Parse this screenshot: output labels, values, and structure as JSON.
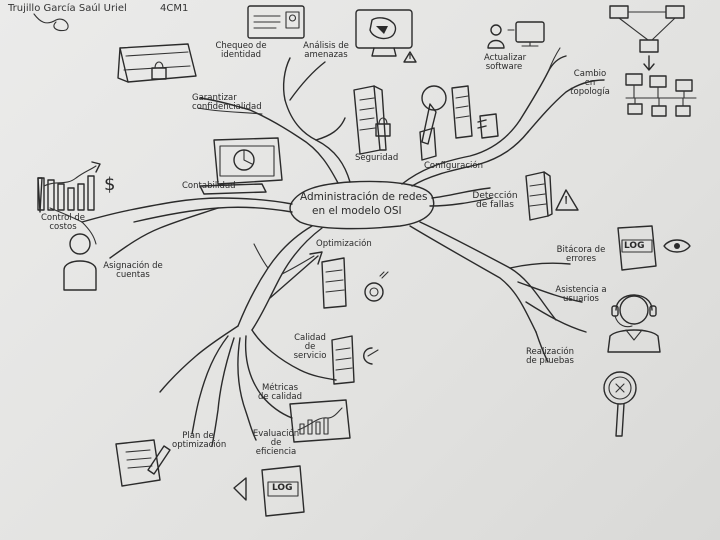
{
  "author": {
    "name": "Trujillo García Saúl Uriel",
    "group": "4CM1"
  },
  "center_topic": {
    "line1": "Administración de redes",
    "line2": "en el modelo OSI"
  },
  "branches": {
    "seguridad": "Seguridad",
    "garantizar": "Garantizar confidencialidad",
    "chequeo": "Chequeo de identidad",
    "analisis": "Análisis de amenazas",
    "configuracion": "Configuración",
    "actualizar": "Actualizar software",
    "cambio": "Cambio en topología",
    "deteccion": "Detección de fallas",
    "bitacora": "Bitácora de errores",
    "asistencia": "Asistencia a usuarios",
    "pruebas": "Realización de pruebas",
    "optimizacion": "Optimización",
    "calidad": "Calidad de servicio",
    "metricas": "Métricas de calidad",
    "evaluacion": "Evaluación de eficiencia",
    "plan": "Plan de optimización",
    "contabilidad": "Contabilidad",
    "control": "Control de costos",
    "asignacion": "Asignación de cuentas"
  },
  "icon_text": {
    "log": "LOG",
    "dollar": "$"
  }
}
